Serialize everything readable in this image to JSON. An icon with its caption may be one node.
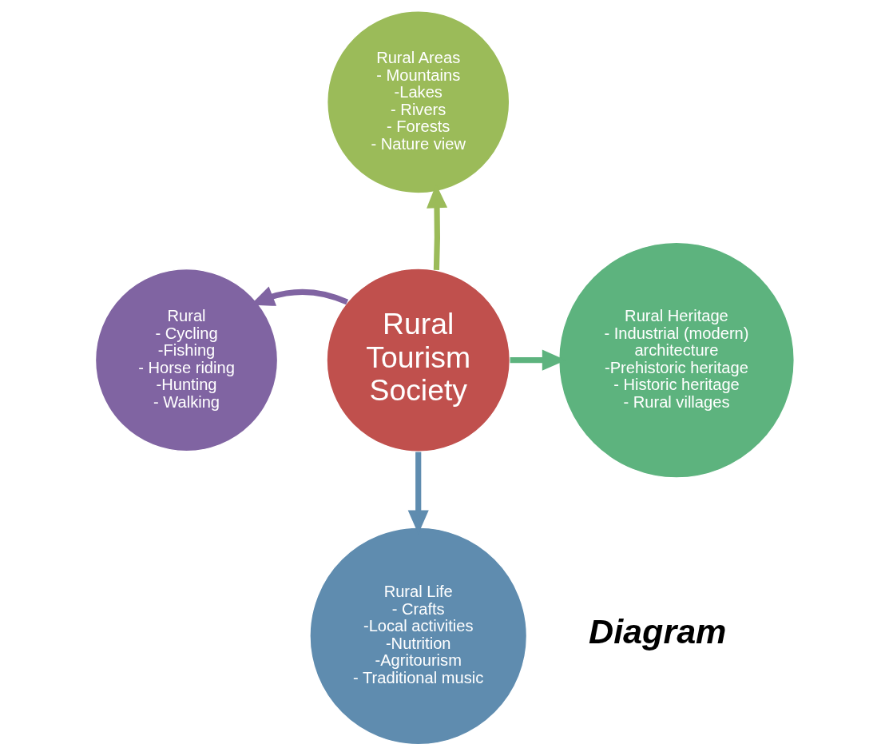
{
  "diagram": {
    "nodes": [
      {
        "text": [
          "Rural Tourism Society"
        ]
      },
      {
        "text": [
          "Rural Areas",
          "- Mountains",
          "-Lakes",
          "- Rivers",
          "- Forests",
          "- Nature view"
        ]
      },
      {
        "text": [
          "Rural Heritage",
          "- Industrial (modern) architecture",
          "-Prehistoric heritage",
          "- Historic heritage",
          "- Rural villages"
        ]
      },
      {
        "text": [
          "Rural Life",
          "- Crafts",
          "-Local activities",
          "-Nutrition",
          "-Agritourism",
          "- Traditional music"
        ]
      },
      {
        "text": [
          "Rural",
          "- Cycling",
          "-Fishing",
          "- Horse riding",
          "-Hunting",
          "- Walking"
        ]
      }
    ],
    "edges": [
      {
        "from": 0,
        "to": 1,
        "arrow": "to",
        "color": "#9bbb59"
      },
      {
        "from": 0,
        "to": 2,
        "arrow": "to",
        "color": "#5db37e"
      },
      {
        "from": 0,
        "to": 3,
        "arrow": "to",
        "color": "#5f8caf"
      },
      {
        "from": 0,
        "to": 4,
        "arrow": "to",
        "color": "#8064a2"
      }
    ],
    "labels": [
      "Diagram"
    ]
  }
}
